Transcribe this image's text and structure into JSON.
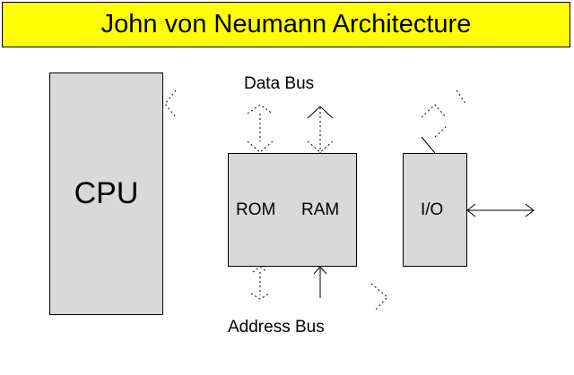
{
  "title": "John von Neumann Architecture",
  "colors": {
    "title_background": "#ffff00",
    "box_fill": "#d9d9d9",
    "stroke": "#000000"
  },
  "components": {
    "cpu": "CPU",
    "rom": "ROM",
    "ram": "RAM",
    "io": "I/O"
  },
  "buses": {
    "data": "Data Bus",
    "address": "Address Bus"
  }
}
